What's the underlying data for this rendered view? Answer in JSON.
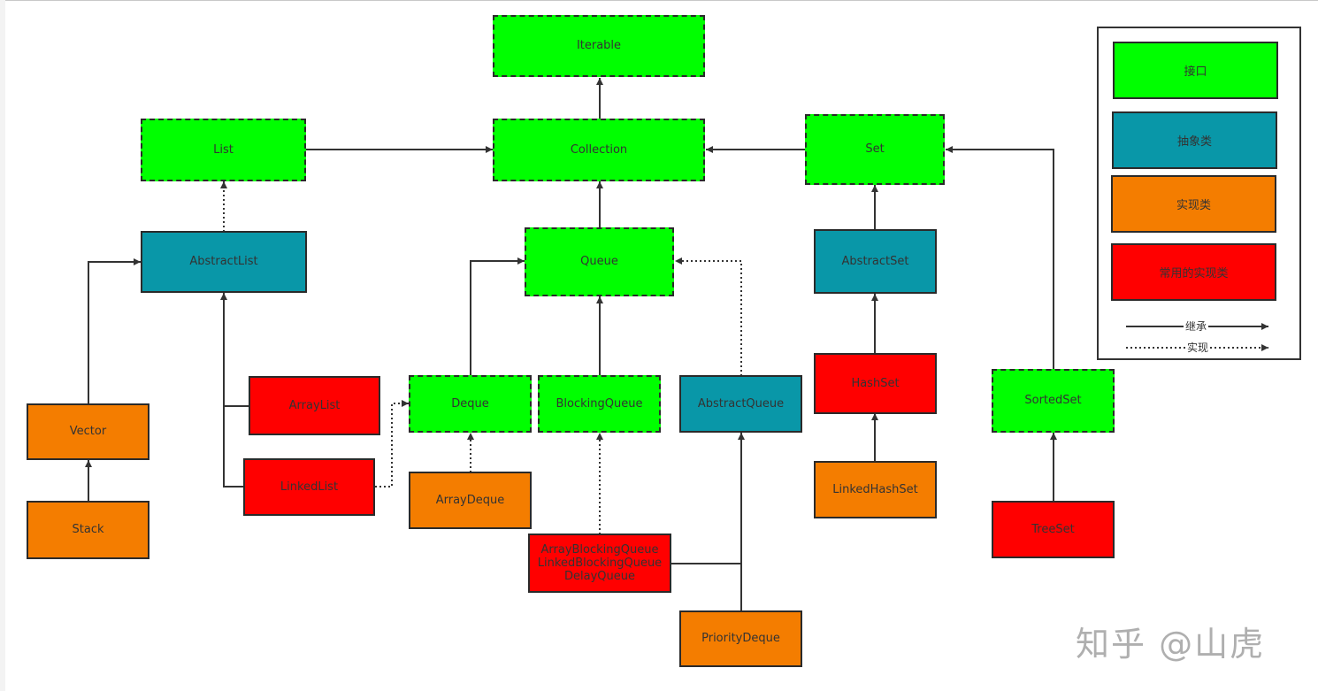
{
  "nodes": {
    "iterable": "Iterable",
    "collection": "Collection",
    "list": "List",
    "set": "Set",
    "abstract_list": "AbstractList",
    "queue": "Queue",
    "abstract_set": "AbstractSet",
    "vector": "Vector",
    "stack": "Stack",
    "array_list": "ArrayList",
    "linked_list": "LinkedList",
    "deque": "Deque",
    "blocking_queue": "BlockingQueue",
    "abstract_queue": "AbstractQueue",
    "hash_set": "HashSet",
    "sorted_set": "SortedSet",
    "array_deque": "ArrayDeque",
    "blocking_impls": [
      "ArrayBlockingQueue",
      "LinkedBlockingQueue",
      "DelayQueue"
    ],
    "linked_hash_set": "LinkedHashSet",
    "tree_set": "TreeSet",
    "priority_deque": "PriorityDeque"
  },
  "legend": {
    "interface": "接口",
    "abstract_class": "抽象类",
    "implementation_class": "实现类",
    "common_implementation": "常用的实现类",
    "inherit": "继承",
    "implement": "实现"
  },
  "colors": {
    "interface": "#00ff00",
    "abstract_class": "#0997a8",
    "implementation_class": "#f47d00",
    "common_implementation": "#ff0000",
    "line": "#333333"
  },
  "watermark": "知乎 @山虎"
}
